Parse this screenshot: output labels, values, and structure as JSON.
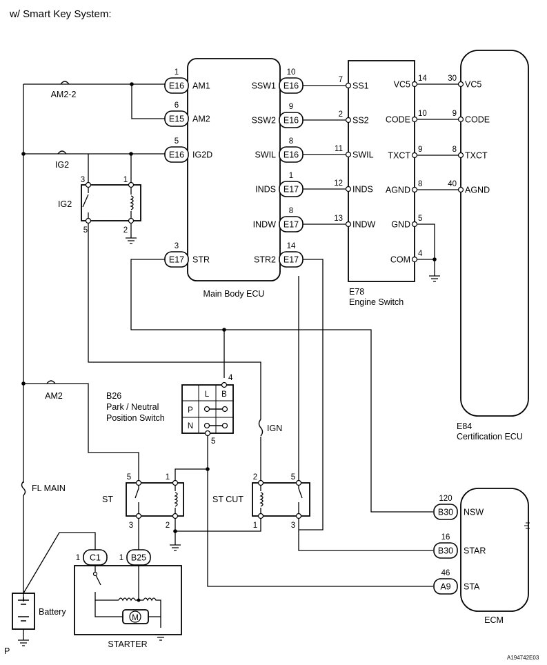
{
  "title": "w/ Smart Key System:",
  "page_marker": "P",
  "figure_id": "A194742E03",
  "main_ecu": {
    "name": "Main Body ECU",
    "left_pins": [
      {
        "num": "1",
        "conn": "E16",
        "label": "AM1"
      },
      {
        "num": "6",
        "conn": "E15",
        "label": "AM2"
      },
      {
        "num": "5",
        "conn": "E16",
        "label": "IG2D"
      },
      {
        "num": "3",
        "conn": "E17",
        "label": "STR"
      }
    ],
    "right_pins": [
      {
        "num": "10",
        "conn": "E16",
        "label": "SSW1"
      },
      {
        "num": "9",
        "conn": "E16",
        "label": "SSW2"
      },
      {
        "num": "8",
        "conn": "E16",
        "label": "SWIL"
      },
      {
        "num": "1",
        "conn": "E17",
        "label": "INDS"
      },
      {
        "num": "8",
        "conn": "E17",
        "label": "INDW"
      },
      {
        "num": "14",
        "conn": "E17",
        "label": "STR2"
      }
    ]
  },
  "engine_switch": {
    "id": "E78",
    "name": "Engine Switch",
    "left_pins": [
      {
        "num": "7",
        "label": "SS1"
      },
      {
        "num": "2",
        "label": "SS2"
      },
      {
        "num": "11",
        "label": "SWIL"
      },
      {
        "num": "12",
        "label": "INDS"
      },
      {
        "num": "13",
        "label": "INDW"
      }
    ],
    "right_pins": [
      {
        "num": "14",
        "label": "VC5"
      },
      {
        "num": "10",
        "label": "CODE"
      },
      {
        "num": "9",
        "label": "TXCT"
      },
      {
        "num": "8",
        "label": "AGND"
      },
      {
        "num": "5",
        "label": "GND"
      },
      {
        "num": "4",
        "label": "COM"
      }
    ]
  },
  "cert_ecu": {
    "id": "E84",
    "name": "Certification ECU",
    "pins": [
      {
        "num": "30",
        "label": "VC5"
      },
      {
        "num": "9",
        "label": "CODE"
      },
      {
        "num": "8",
        "label": "TXCT"
      },
      {
        "num": "40",
        "label": "AGND"
      }
    ]
  },
  "ecm": {
    "name": "ECM",
    "pins": [
      {
        "num": "120",
        "conn": "B30",
        "label": "NSW"
      },
      {
        "num": "16",
        "conn": "B30",
        "label": "STAR"
      },
      {
        "num": "46",
        "conn": "A9",
        "label": "STA"
      }
    ]
  },
  "fuses": {
    "am2_2": "AM2-2",
    "ig2": "IG2",
    "am2": "AM2",
    "fl_main": "FL MAIN",
    "ign": "IGN"
  },
  "relays": {
    "ig2": {
      "label": "IG2",
      "pins": [
        "3",
        "1",
        "5",
        "2"
      ]
    },
    "st": {
      "label": "ST",
      "pins": [
        "5",
        "1",
        "3",
        "2"
      ]
    },
    "st_cut": {
      "label": "ST CUT",
      "pins": [
        "2",
        "5",
        "1",
        "3"
      ]
    }
  },
  "pnp_switch": {
    "id": "B26",
    "name_line1": "Park / Neutral",
    "name_line2": "Position Switch",
    "cols": [
      "L",
      "B"
    ],
    "rows": [
      "P",
      "N"
    ],
    "pin_top": "4",
    "pin_bottom": "5"
  },
  "starter": {
    "name": "STARTER",
    "connectors": [
      {
        "num": "1",
        "conn": "C1"
      },
      {
        "num": "1",
        "conn": "B25"
      }
    ],
    "motor_symbol": "M"
  },
  "battery": {
    "name": "Battery"
  }
}
